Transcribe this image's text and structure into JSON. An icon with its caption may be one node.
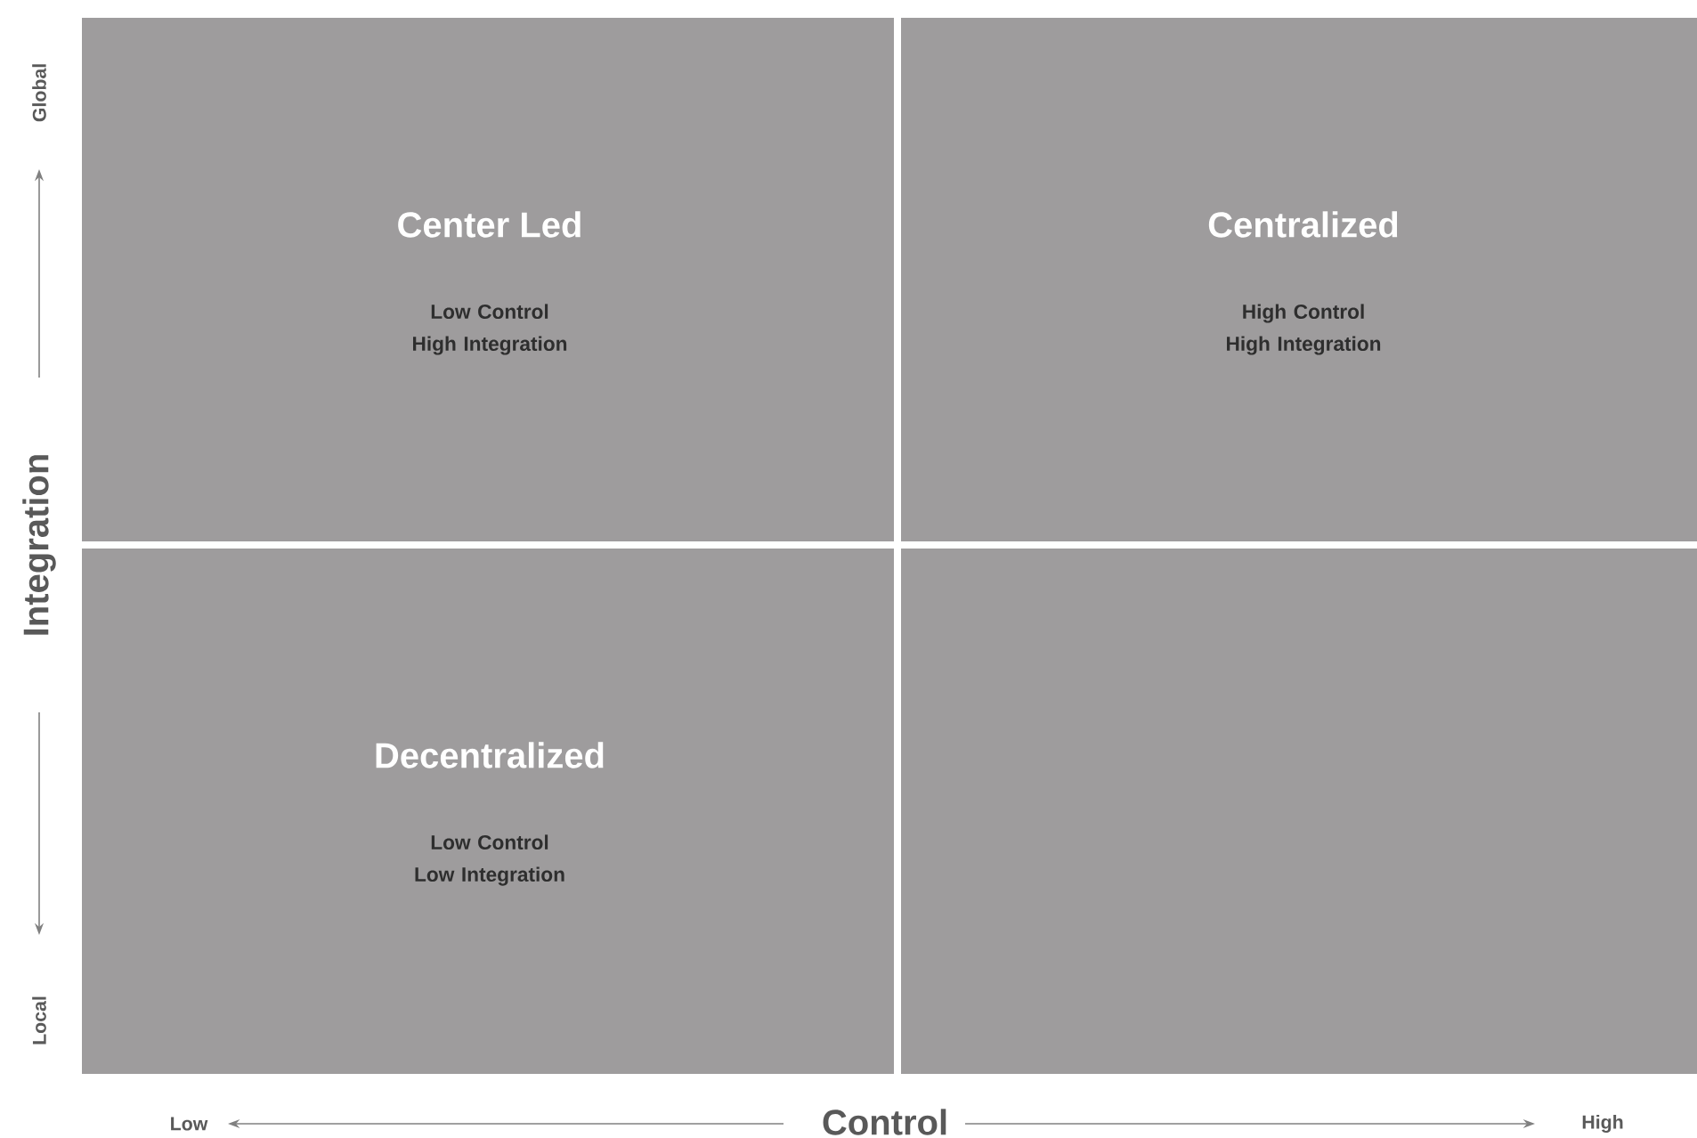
{
  "diagram": {
    "nodes": [
      {
        "text": [
          "Center Led",
          "Low Control High Integration"
        ]
      },
      {
        "text": [
          "Centralized",
          "High Control High Integration"
        ]
      },
      {
        "text": [
          "Decentralized",
          "Low Control Low Integration"
        ]
      },
      {
        "text": [],
        "shape": "box"
      }
    ],
    "labels": [
      "Global",
      "Integration",
      "Local",
      "Low",
      "Control",
      "High"
    ]
  }
}
